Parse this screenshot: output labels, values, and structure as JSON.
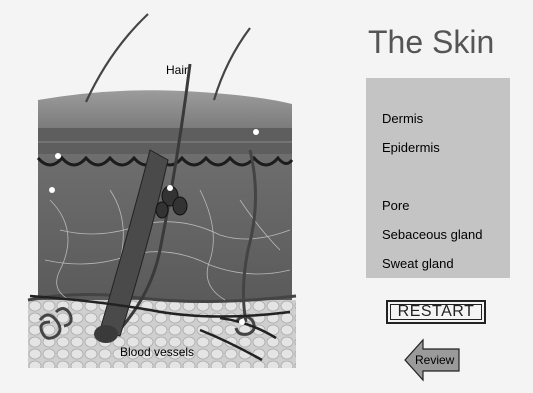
{
  "title": "The Skin",
  "diagram": {
    "labels": {
      "hair": "Hair",
      "blood_vessels": "Blood vessels"
    }
  },
  "terms": [
    {
      "label": "Dermis"
    },
    {
      "label": "Epidermis"
    },
    {
      "label": "Pore"
    },
    {
      "label": "Sebaceous gland"
    },
    {
      "label": "Sweat gland"
    }
  ],
  "buttons": {
    "restart": "RESTART",
    "review": "Review"
  },
  "colors": {
    "title": "#555555",
    "panel": "#c4c4c4",
    "review_arrow": "#9a9a9a"
  }
}
